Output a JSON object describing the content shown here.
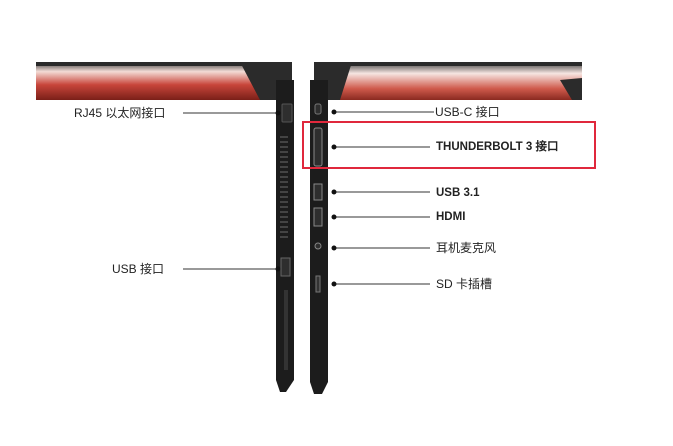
{
  "left_side": {
    "ports": [
      {
        "id": "rj45",
        "label": "RJ45 以太网接口"
      },
      {
        "id": "usb",
        "label": "USB 接口"
      }
    ]
  },
  "right_side": {
    "ports": [
      {
        "id": "usb-c",
        "label": "USB-C 接口"
      },
      {
        "id": "thunderbolt",
        "label": "THUNDERBOLT 3 接口"
      },
      {
        "id": "usb31",
        "label": "USB 3.1"
      },
      {
        "id": "hdmi",
        "label": "HDMI"
      },
      {
        "id": "headphone",
        "label": "耳机麦克风"
      },
      {
        "id": "sd",
        "label": "SD 卡插槽"
      }
    ]
  },
  "highlight": {
    "target": "thunderbolt",
    "color": "#e0283c"
  },
  "colors": {
    "chassis": "#1c1c1c",
    "accent": "#c8453a",
    "line": "#333333"
  }
}
